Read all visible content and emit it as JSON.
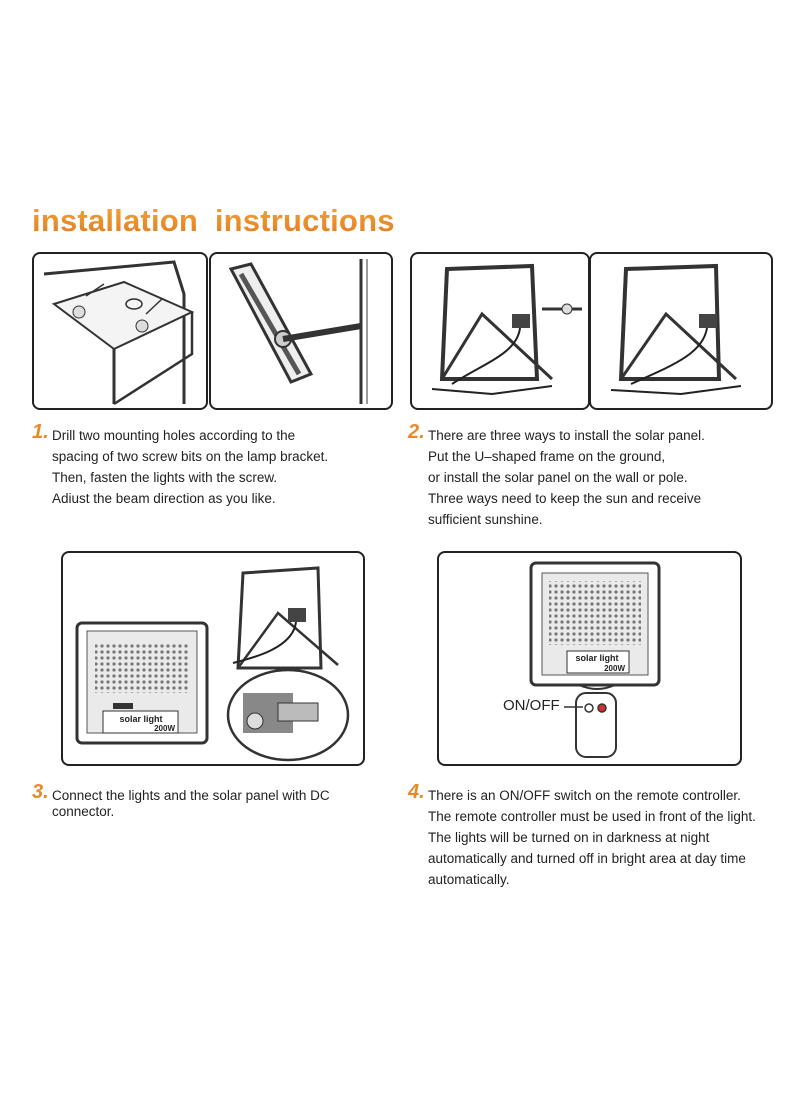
{
  "title": "installation  instructions",
  "steps": [
    {
      "number": "1.",
      "lines": [
        "Drill two mounting holes according to the",
        "spacing of two screw bits on the lamp bracket.",
        "Then, fasten the lights with the screw.",
        "Adiust the beam direction as you like."
      ]
    },
    {
      "number": "2.",
      "lines": [
        "There are three ways to install the solar panel.",
        "Put the U–shaped frame on the ground,",
        "or install the solar panel on the wall or pole.",
        "Three ways need to keep the sun and receive",
        "sufficient sunshine."
      ]
    },
    {
      "number": "3.",
      "lines": [
        "Connect the lights and the solar panel with DC",
        "connector."
      ]
    },
    {
      "number": "4.",
      "lines": [
        "There is an ON/OFF switch on the remote controller.",
        "The remote controller must be used in front of the light.",
        "The lights will be turned on in darkness at night",
        "automatically and turned off in bright area at day time",
        "automatically."
      ]
    }
  ],
  "device_label": {
    "name": "solar light",
    "power": "200W"
  },
  "remote_label": "ON/OFF",
  "colors": {
    "accent": "#e8892a",
    "border": "#222222"
  }
}
